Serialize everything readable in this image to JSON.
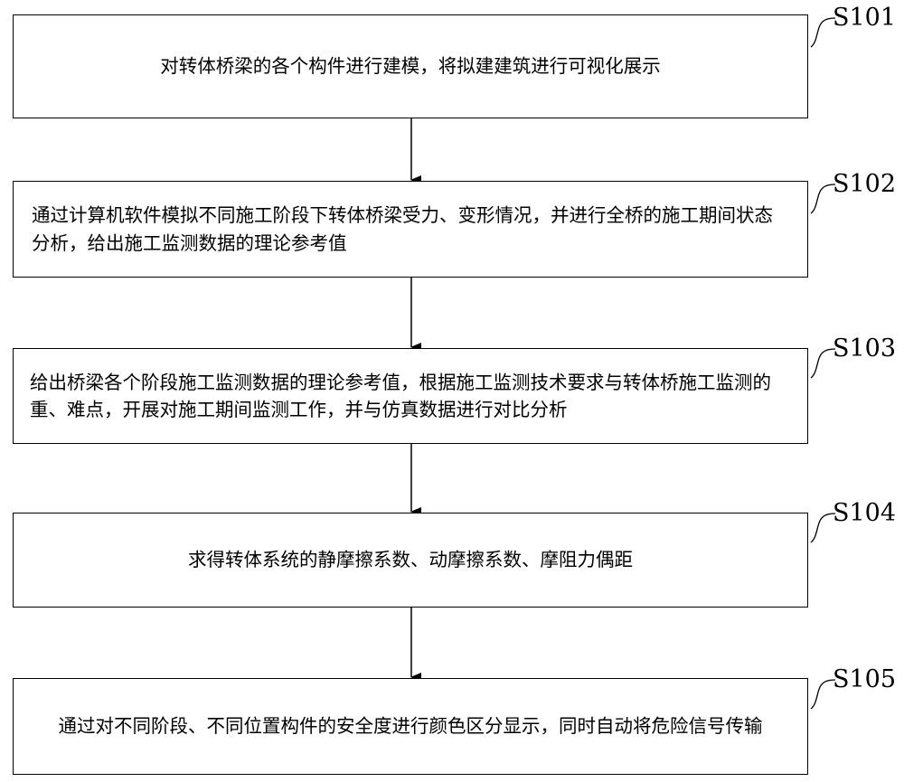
{
  "steps": [
    {
      "label": "S101",
      "text": "对转体桥梁的各个构件进行建模，将拟建建筑进行可视化展示"
    },
    {
      "label": "S102",
      "text": "通过计算机软件模拟不同施工阶段下转体桥梁受力、变形情况，并进行全桥的施工期间状态分析，给出施工监测数据的理论参考值"
    },
    {
      "label": "S103",
      "text": "给出桥梁各个阶段施工监测数据的理论参考值，根据施工监测技术要求与转体桥施工监测的重、难点，开展对施工期间监测工作，并与仿真数据进行对比分析"
    },
    {
      "label": "S104",
      "text": "求得转体系统的静摩擦系数、动摩擦系数、摩阻力偶距"
    },
    {
      "label": "S105",
      "text": "通过对不同阶段、不同位置构件的安全度进行颜色区分显示，同时自动将危险信号传输"
    }
  ]
}
